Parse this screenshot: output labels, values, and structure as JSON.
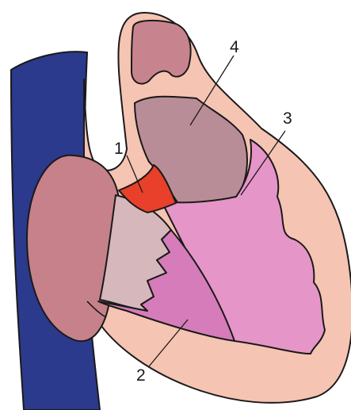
{
  "labels": {
    "label_1": "1",
    "label_2": "2",
    "label_3": "3",
    "label_4": "4"
  },
  "colors": {
    "vessel": "#2b3a8c",
    "outer_tissue": "#f6c4b2",
    "chamber_pink": "#e695c8",
    "upper_chamber": "#b98d97",
    "upper_pouch": "#c8848e",
    "left_lobe": "#c7818a",
    "red_segment": "#e8402a",
    "pale_region": "#d6b7bc",
    "mauve_region": "#d67cba",
    "outline": "#1a1a1a",
    "background": "#ffffff"
  }
}
